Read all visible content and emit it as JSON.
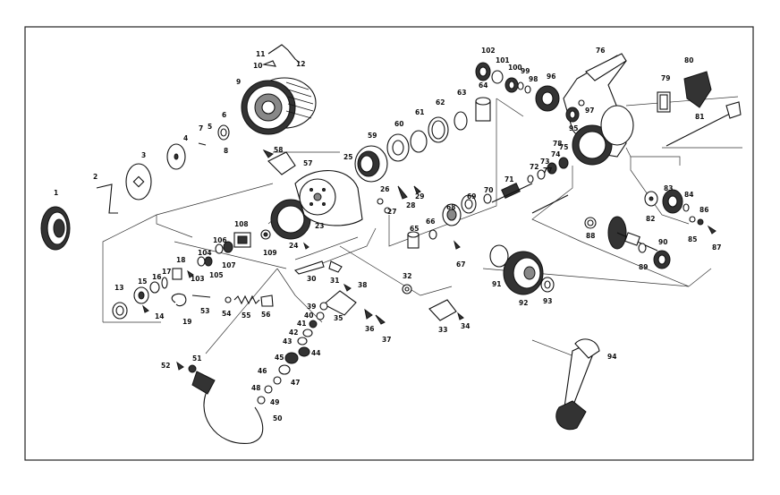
{
  "diagram": {
    "labels": [
      "1",
      "2",
      "3",
      "4",
      "5",
      "6",
      "7",
      "8",
      "9",
      "10",
      "11",
      "12",
      "13",
      "14",
      "15",
      "16",
      "17",
      "18",
      "19",
      "23",
      "24",
      "25",
      "26",
      "27",
      "28",
      "29",
      "30",
      "31",
      "32",
      "33",
      "34",
      "35",
      "36",
      "37",
      "38",
      "39",
      "40",
      "41",
      "42",
      "43",
      "44",
      "45",
      "46",
      "47",
      "48",
      "49",
      "50",
      "51",
      "52",
      "53",
      "54",
      "55",
      "56",
      "57",
      "58",
      "59",
      "60",
      "61",
      "62",
      "63",
      "64",
      "65",
      "66",
      "67",
      "68",
      "69",
      "70",
      "71",
      "72",
      "73",
      "74",
      "75",
      "76",
      "77",
      "78",
      "79",
      "80",
      "81",
      "82",
      "83",
      "84",
      "85",
      "86",
      "87",
      "88",
      "89",
      "90",
      "91",
      "92",
      "93",
      "94",
      "95",
      "96",
      "97",
      "98",
      "99",
      "100",
      "101",
      "102",
      "103",
      "104",
      "105",
      "106",
      "107",
      "108",
      "109"
    ]
  }
}
